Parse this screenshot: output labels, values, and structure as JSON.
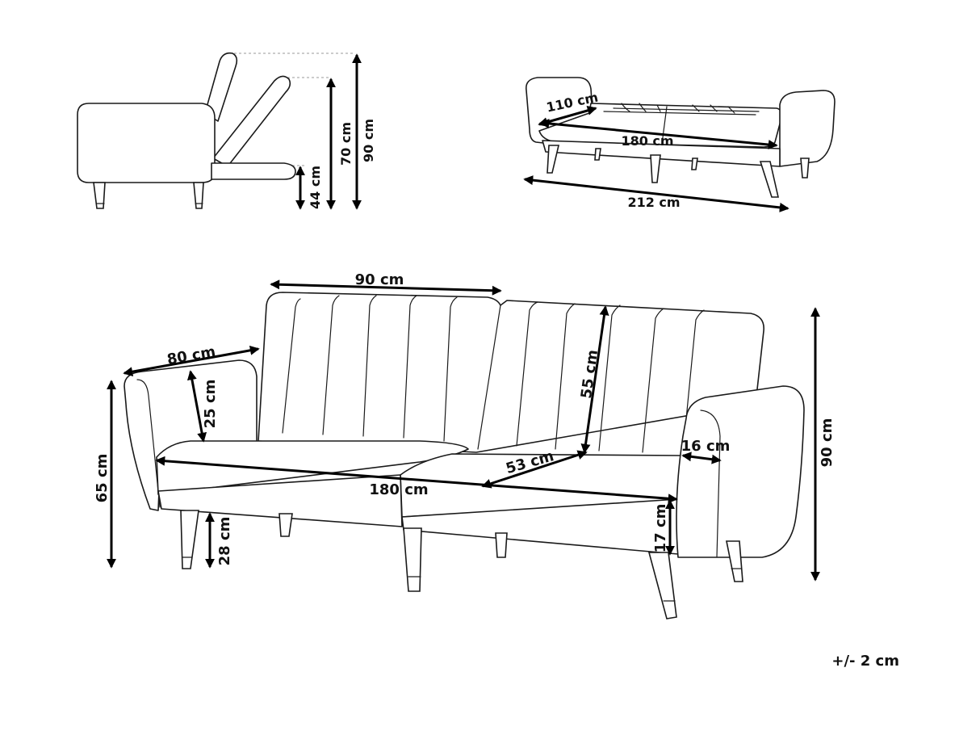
{
  "side_view": {
    "dims": {
      "seat_height": "44 cm",
      "recline_height": "70 cm",
      "total_height": "90 cm"
    }
  },
  "bed_view": {
    "dims": {
      "bed_width": "110 cm",
      "bed_length": "180 cm",
      "total_length": "212 cm"
    }
  },
  "front_view": {
    "dims": {
      "back_width": "90 cm",
      "arm_depth": "80 cm",
      "arm_height": "25 cm",
      "arm_floor": "65 cm",
      "seat_width": "180 cm",
      "seat_depth": "53 cm",
      "back_height": "55 cm",
      "arm_width": "16 cm",
      "total_height": "90 cm",
      "leg_height": "28 cm",
      "seat_thickness": "17 cm"
    }
  },
  "tolerance": "+/- 2 cm"
}
